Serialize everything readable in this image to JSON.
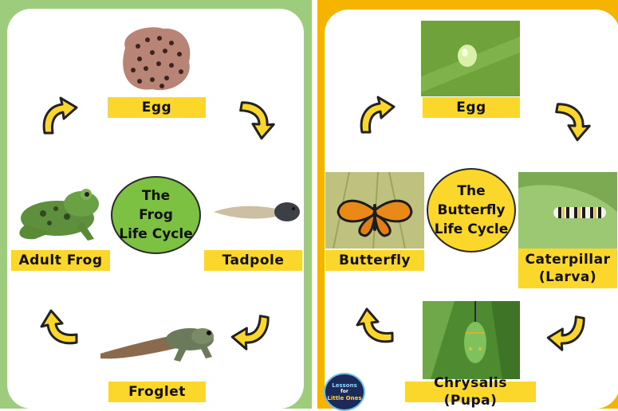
{
  "frog": {
    "title_lines": [
      "The",
      "Frog",
      "Life Cycle"
    ],
    "stages": {
      "egg": "Egg",
      "tadpole": "Tadpole",
      "froglet": "Froglet",
      "adult": "Adult Frog"
    },
    "colors": {
      "border": "#9ccc7c",
      "circle": "#7cc142",
      "label": "#fbd62b"
    }
  },
  "butterfly": {
    "title_lines": [
      "The",
      "Butterfly",
      "Life Cycle"
    ],
    "stages": {
      "egg": "Egg",
      "caterpillar": "Caterpillar\n(Larva)",
      "chrysalis": "Chrysalis (Pupa)",
      "butterfly": "Butterfly"
    },
    "colors": {
      "border": "#f5b400",
      "circle": "#fbd62b",
      "label": "#fbd62b"
    }
  },
  "logo": {
    "lines": [
      "Lessons",
      "for",
      "Little Ones"
    ]
  },
  "icons": [
    "curved-arrow-icon"
  ]
}
